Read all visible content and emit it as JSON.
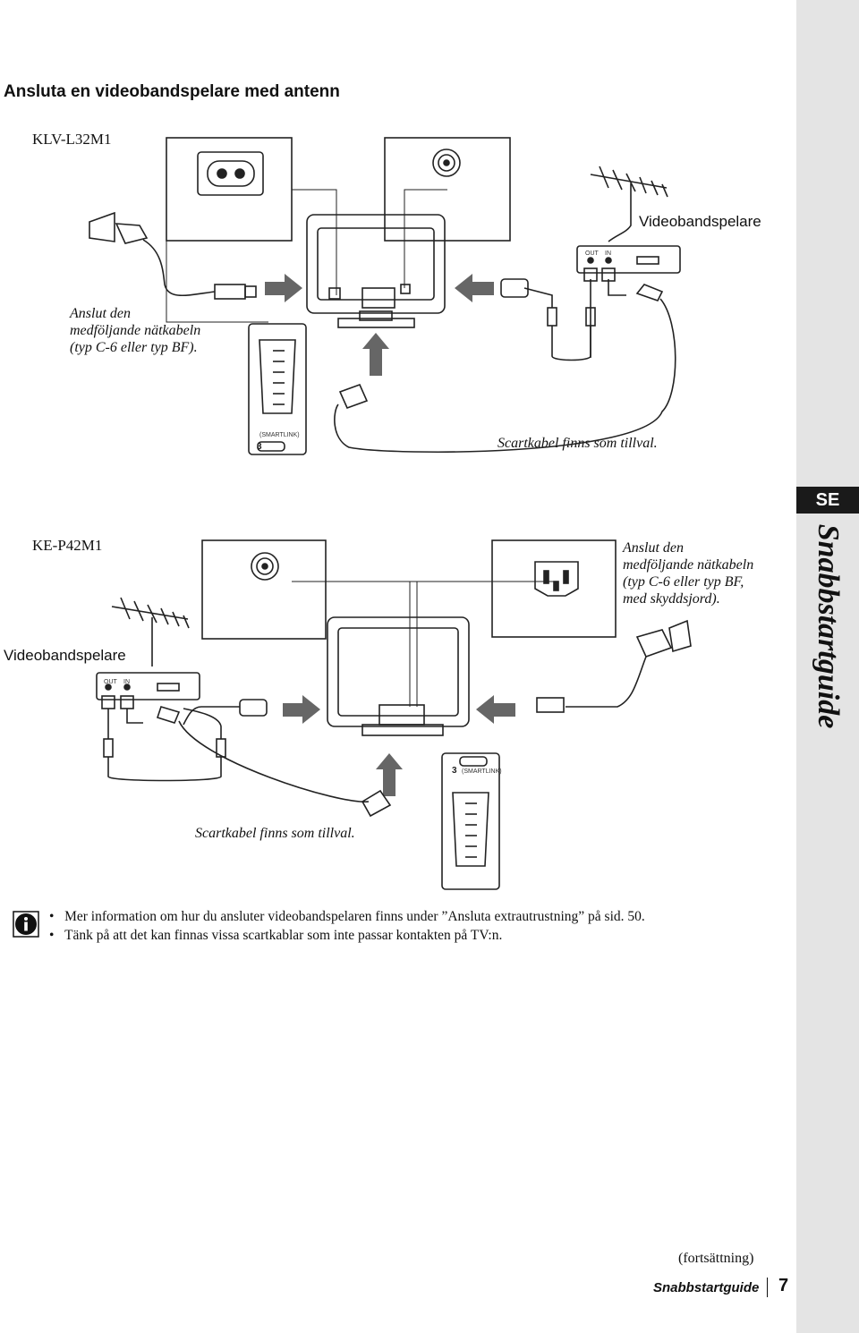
{
  "page_title": "Ansluta en videobandspelare med antenn",
  "top": {
    "model": "KLV-L32M1",
    "vcr_label": "Videobandspelare",
    "power_caption": [
      "Anslut den",
      "medföljande nätkabeln",
      "(typ C-6 eller typ BF)."
    ],
    "scart_caption": "Scartkabel finns som tillval.",
    "vcr_out": "OUT",
    "vcr_in": "IN",
    "scart_port_label": "(SMARTLINK)",
    "scart_port_number": "3"
  },
  "bottom": {
    "model": "KE-P42M1",
    "vcr_label": "Videobandspelare",
    "power_caption": [
      "Anslut den",
      "medföljande nätkabeln",
      "(typ C-6 eller typ BF,",
      "med skyddsjord)."
    ],
    "scart_caption": "Scartkabel finns som tillval.",
    "vcr_out": "OUT",
    "vcr_in": "IN",
    "scart_port_label": "(SMARTLINK)",
    "scart_port_number": "3"
  },
  "sidebar": {
    "lang_tab": "SE",
    "section_title": "Snabbstartguide"
  },
  "notes": [
    "Mer information om hur du ansluter videobandspelaren finns under ”Ansluta extrautrustning” på sid. 50.",
    "Tänk på att det kan finnas vissa scartkablar som inte passar kontakten på TV:n."
  ],
  "footer": {
    "continuation": "(fortsättning)",
    "section": "Snabbstartguide",
    "page_number": "7"
  },
  "icons": [
    "info-icon",
    "antenna-icon",
    "power-plug-icon",
    "wall-socket-icon",
    "scart-connector-icon",
    "arrow-icon"
  ]
}
